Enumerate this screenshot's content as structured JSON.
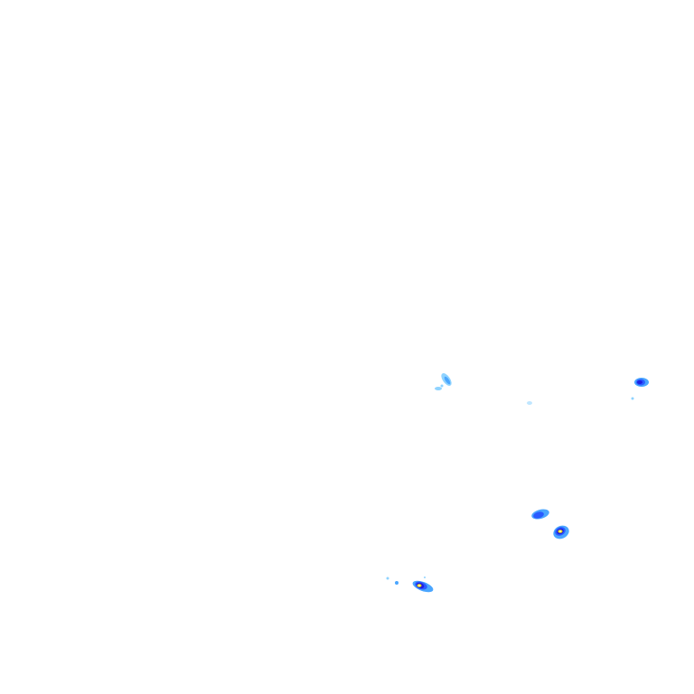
{
  "image": {
    "type": "radar-precipitation-overlay",
    "background_color": "#ffffff",
    "palette": {
      "light_blue": "#8fd3ff",
      "sky_blue": "#4aa6ff",
      "blue": "#2a5cff",
      "deep_blue": "#1f1fe0",
      "yellow": "#ffe600",
      "white": "#ffffff"
    }
  },
  "echoes": [
    {
      "name": "echo-light-northwest",
      "intensity": "light",
      "colors": [
        "light_blue",
        "sky_blue"
      ]
    },
    {
      "name": "echo-speck-center",
      "intensity": "very-light",
      "colors": [
        "light_blue"
      ]
    },
    {
      "name": "echo-moderate-east",
      "intensity": "moderate",
      "colors": [
        "sky_blue",
        "blue",
        "deep_blue"
      ]
    },
    {
      "name": "echo-moderate-south",
      "intensity": "moderate",
      "colors": [
        "sky_blue",
        "blue"
      ]
    },
    {
      "name": "echo-core-south",
      "intensity": "heavy",
      "colors": [
        "sky_blue",
        "blue",
        "deep_blue",
        "yellow"
      ]
    },
    {
      "name": "echo-core-southwest",
      "intensity": "heavy",
      "colors": [
        "light_blue",
        "sky_blue",
        "blue",
        "deep_blue",
        "yellow"
      ]
    }
  ]
}
